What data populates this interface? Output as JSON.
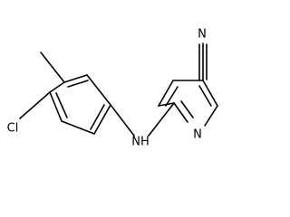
{
  "molecule": {
    "atoms": {
      "nitrile_n": "N",
      "chlorine": "Cl",
      "amine_nh": "NH",
      "ring_n": "N"
    }
  }
}
